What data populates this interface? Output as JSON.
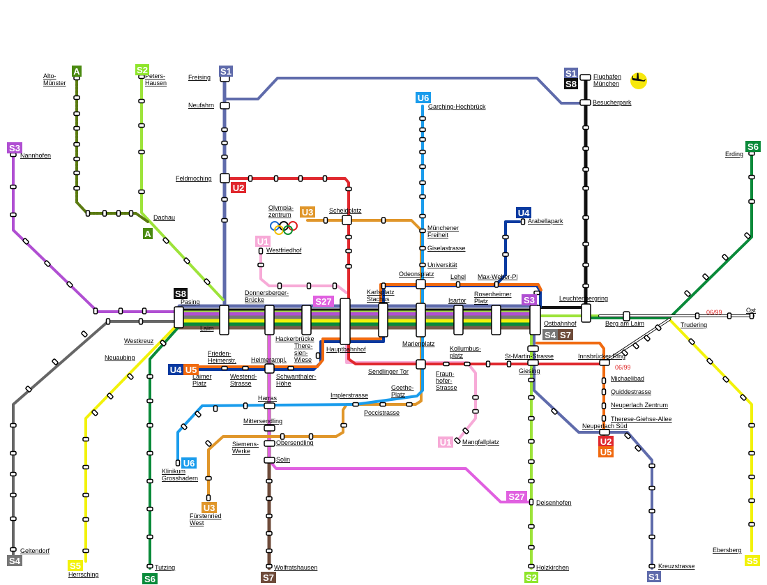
{
  "colors": {
    "S1": "#5f6bab",
    "S2": "#8ee52a",
    "S3": "#b04fd2",
    "S4": "#777777",
    "S5": "#f2f20a",
    "S6": "#0a8a3a",
    "S7": "#6e4b3a",
    "S8": "#111111",
    "S27": "#e060e0",
    "A": "#4a8a10",
    "U1": "#f7aad7",
    "U2": "#e0282e",
    "U3": "#e0962a",
    "U4": "#0a3aa0",
    "U5": "#f06a10",
    "U6": "#1a9cec",
    "label_underline": "#dd2222"
  },
  "badges": [
    {
      "text": "A",
      "color": "A"
    },
    {
      "text": "A",
      "color": "A"
    },
    {
      "text": "S2",
      "color": "S2"
    },
    {
      "text": "S2",
      "color": "S2"
    },
    {
      "text": "S1",
      "color": "S1"
    },
    {
      "text": "S1",
      "color": "S1"
    },
    {
      "text": "S1",
      "color": "S1"
    },
    {
      "text": "S8",
      "color": "S8"
    },
    {
      "text": "S8",
      "color": "S8"
    },
    {
      "text": "S3",
      "color": "S3"
    },
    {
      "text": "S3",
      "color": "S3"
    },
    {
      "text": "S6",
      "color": "S6"
    },
    {
      "text": "S6",
      "color": "S6"
    },
    {
      "text": "S4",
      "color": "S4"
    },
    {
      "text": "S4",
      "color": "S4"
    },
    {
      "text": "S5",
      "color": "S5"
    },
    {
      "text": "S5",
      "color": "S5"
    },
    {
      "text": "S7",
      "color": "S7"
    },
    {
      "text": "S7",
      "color": "S7"
    },
    {
      "text": "S27",
      "color": "S27"
    },
    {
      "text": "S27",
      "color": "S27"
    },
    {
      "text": "U1",
      "color": "U1"
    },
    {
      "text": "U1",
      "color": "U1"
    },
    {
      "text": "U2",
      "color": "U2"
    },
    {
      "text": "U2",
      "color": "U2"
    },
    {
      "text": "U3",
      "color": "U3"
    },
    {
      "text": "U3",
      "color": "U3"
    },
    {
      "text": "U4",
      "color": "U4"
    },
    {
      "text": "U4",
      "color": "U4"
    },
    {
      "text": "U5",
      "color": "U5"
    },
    {
      "text": "U5",
      "color": "U5"
    },
    {
      "text": "U6",
      "color": "U6"
    },
    {
      "text": "U6",
      "color": "U6"
    }
  ],
  "stations": [
    [
      "Alto-",
      "Münster"
    ],
    [
      "Peters-",
      "Hausen"
    ],
    [
      "Freising"
    ],
    [
      "Neufahrn"
    ],
    [
      "Flughafen",
      "München"
    ],
    [
      "Besucherpark"
    ],
    [
      "Garching-Hochbrück"
    ],
    [
      "Nannhofen"
    ],
    [
      "Erding"
    ],
    [
      "Feldmoching"
    ],
    [
      "Dachau"
    ],
    [
      "Olympia-",
      "zentrum"
    ],
    [
      "Scheidplatz"
    ],
    [
      "Arabellapark"
    ],
    [
      "Münchener",
      "Freiheit"
    ],
    [
      "Giselastrasse"
    ],
    [
      "Universität"
    ],
    [
      "Westfriedhof"
    ],
    [
      "Odeonsplatz"
    ],
    [
      "Lehel"
    ],
    [
      "Max-Weber-Pl"
    ],
    [
      "Donnersberger-",
      "Brücke"
    ],
    [
      "Karlsplatz",
      "Stachus"
    ],
    [
      "Isartor"
    ],
    [
      "Rosenheimer",
      "Platz"
    ],
    [
      "Leuchtenbergring"
    ],
    [
      "Pasing"
    ],
    [
      "Laim"
    ],
    [
      "Ostbahnhof"
    ],
    [
      "Berg am Laim"
    ],
    [
      "Trudering"
    ],
    [
      "Ost"
    ],
    [
      "Westkreuz"
    ],
    [
      "Hackerbrücke"
    ],
    [
      "There-",
      "sien-",
      "Wiese"
    ],
    [
      "Hauptbahnhof"
    ],
    [
      "Marienplatz"
    ],
    [
      "Kollumbus-",
      "platz"
    ],
    [
      "Innsbrücker Ring"
    ],
    [
      "Neuaubing"
    ],
    [
      "Frieden-",
      "Heimerstr."
    ],
    [
      "Heimerampl."
    ],
    [
      "Westend-",
      "Strasse"
    ],
    [
      "Schwanthaler-",
      "Höhe"
    ],
    [
      "Sendlinger Tor"
    ],
    [
      "Fraun-",
      "hofer-",
      "Strasse"
    ],
    [
      "St-Martin-Strasse"
    ],
    [
      "Giesing"
    ],
    [
      "Michaelibad"
    ],
    [
      "Laimer",
      "Platz"
    ],
    [
      "Harras"
    ],
    [
      "Implerstrasse"
    ],
    [
      "Goethe-",
      "Platz"
    ],
    [
      "Poccistrasse"
    ],
    [
      "Quiddestrasse"
    ],
    [
      "Neuperlach Zentrum"
    ],
    [
      "Therese-Giehse-Allee"
    ],
    [
      "Mittersendling"
    ],
    [
      "Siemens-",
      "Werke"
    ],
    [
      "Obersendling"
    ],
    [
      "Neuperlach Süd"
    ],
    [
      "Mangfallplatz"
    ],
    [
      "Klinikum",
      "Grosshadern"
    ],
    [
      "Solin"
    ],
    [
      "Fürstenried",
      "West"
    ],
    [
      "Deisenhofen"
    ],
    [
      "Geltendorf"
    ],
    [
      "Ebersberg"
    ],
    [
      "Herrsching"
    ],
    [
      "Tutzing"
    ],
    [
      "Wolfratshausen"
    ],
    [
      "Holzkirchen"
    ],
    [
      "Kreuzstrasse"
    ]
  ],
  "annotations": [
    "06/99",
    "06/99"
  ]
}
